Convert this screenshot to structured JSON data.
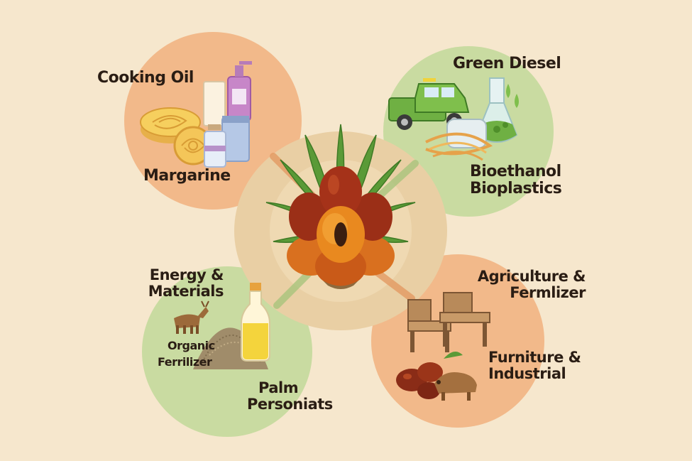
{
  "labels": {
    "cooking_oil": "Cooking Oil",
    "margarine": "Margarine",
    "green_diesel": "Green Diesel",
    "bioethanol": "Bioethanol",
    "bioplastics": "Bioplastics",
    "energy_line1": "Energy &",
    "energy_line2": "Materials",
    "organic_line1": "Organic",
    "organic_line2": "Ferrilizer",
    "palm_line1": "Palm",
    "palm_line2": "Personiats",
    "agri_line1": "Agriculture &",
    "agri_line2": "Fermlizer",
    "furniture_line1": "Furniture &",
    "furniture_line2": "Industrial"
  },
  "colors": {
    "background": "#f6e7cd",
    "orange_lobe": "#f2b98a",
    "green_lobe": "#c9dba1",
    "text": "#2a1d14"
  },
  "icons": {
    "center": "palm-fruit-bunch-icon",
    "top_left": [
      "margarine-tub-icon",
      "cream-tube-icon",
      "pump-bottle-icon",
      "cosmetic-jar-icon"
    ],
    "top_right": [
      "pickup-truck-icon",
      "flask-icon",
      "bioplastic-fibers-icon"
    ],
    "bottom_left": [
      "deer-icon",
      "fertilizer-pile-icon",
      "oil-bottle-icon"
    ],
    "bottom_right": [
      "chair-icon",
      "palm-fruit-icon",
      "boar-icon"
    ]
  }
}
